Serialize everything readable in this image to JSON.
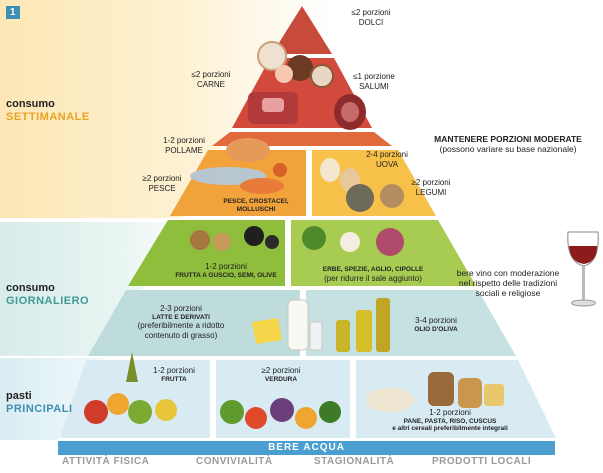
{
  "page_number": "1",
  "sections": {
    "weekly": {
      "line1": "consumo",
      "line2": "SETTIMANALE"
    },
    "daily": {
      "line1": "consumo",
      "line2": "GIORNALIERO"
    },
    "main": {
      "line1": "pasti",
      "line2": "PRINCIPALI"
    }
  },
  "weekly_items": {
    "dolci": {
      "portions": "≤2 porzioni",
      "name": "DOLCI"
    },
    "carne": {
      "portions": "≤2 porzioni",
      "name": "CARNE"
    },
    "salumi": {
      "portions": "≤1 porzione",
      "name": "SALUMI"
    },
    "pollame": {
      "portions": "1-2 porzioni",
      "name": "POLLAME"
    },
    "pesce": {
      "portions": "≥2 porzioni",
      "name": "PESCE"
    },
    "uova": {
      "portions": "2-4 porzioni",
      "name": "UOVA"
    },
    "legumi": {
      "portions": "≥2 porzioni",
      "name": "LEGUMI"
    },
    "pesce_caption": [
      "PESCE, CROSTACEI,",
      "MOLLUSCHI"
    ]
  },
  "moderation": {
    "title": "MANTENERE PORZIONI MODERATE",
    "subtitle": "(possono variare su base nazionale)"
  },
  "daily_items": {
    "frutta_guscio": {
      "portions": "1-2 porzioni",
      "name": "FRUTTA A GUSCIO, SEMI, OLIVE"
    },
    "erbe": {
      "name": "ERBE, SPEZIE, AGLIO, CIPOLLE",
      "note": "(per ridurre il sale aggiunto)"
    },
    "latte": {
      "portions": "2-3 porzioni",
      "name": "LATTE E DERIVATI",
      "note1": "(preferibilmente a ridotto",
      "note2": "contenuto di grasso)"
    },
    "olio": {
      "portions": "3-4 porzioni",
      "name": "OLIO D'OLIVA"
    }
  },
  "wine": {
    "line1": "bere vino con moderazione",
    "line2": "nel rispetto delle tradizioni",
    "line3": "sociali e religiose"
  },
  "main_items": {
    "frutta": {
      "portions": "1-2 porzioni",
      "name": "FRUTTA"
    },
    "verdura": {
      "portions": "≥2 porzioni",
      "name": "VERDURA"
    },
    "cereali": {
      "portions": "1-2 porzioni",
      "name": "PANE, PASTA, RISO, CUSCUS",
      "note": "e altri cereali preferibilmente integrali"
    }
  },
  "water": "BERE ACQUA",
  "footer": [
    "ATTIVITÀ FISICA",
    "CONVIVIALITÀ",
    "STAGIONALITÀ",
    "PRODOTTI LOCALI"
  ],
  "colors": {
    "weekly_accent": "#e8a324",
    "daily_accent": "#3f9a94",
    "main_accent": "#3f8fb3",
    "water": "#4b9fd0"
  }
}
